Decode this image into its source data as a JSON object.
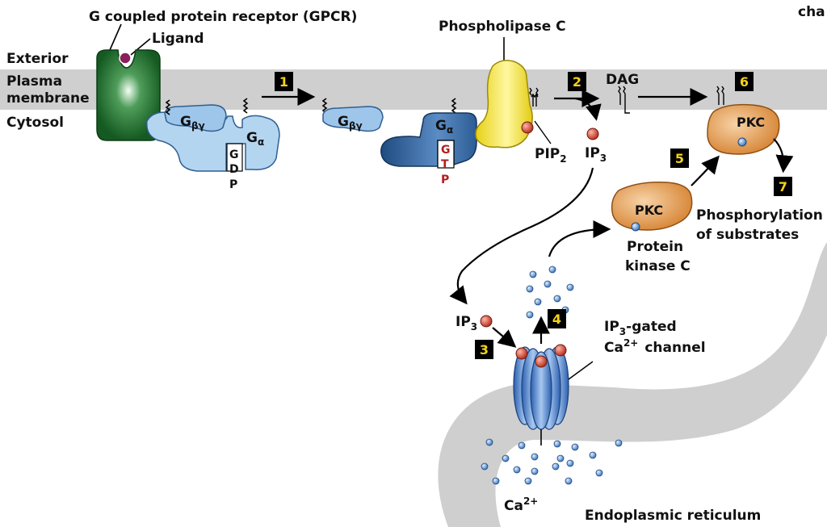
{
  "labels": {
    "gpcr": "G coupled protein receptor (GPCR)",
    "ligand": "Ligand",
    "exterior": "Exterior",
    "plasma": "Plasma",
    "membrane": "membrane",
    "cytosol": "Cytosol",
    "top_right_cut": "cha",
    "phospholipase": "Phospholipase C",
    "dag": "DAG",
    "pip": "PIP",
    "pip_sub": "2",
    "ip": "IP",
    "ip_sub": "3",
    "pkc": "PKC",
    "protein": "Protein",
    "kinase": "kinase C",
    "phospho1": "Phosphorylation",
    "phospho2": "of substrates",
    "gated1": "-gated",
    "gated2": "channel",
    "ca": "Ca",
    "ca_sup": "2+",
    "er": "Endoplasmic reticulum",
    "g": "G",
    "alpha": "α",
    "betagamma": "βγ",
    "gdp": [
      "G",
      "D",
      "P"
    ],
    "gtp": [
      "G",
      "T",
      "P"
    ]
  },
  "steps": [
    "1",
    "2",
    "3",
    "4",
    "5",
    "6",
    "7"
  ],
  "colors": {
    "membrane": "#cfcfcf",
    "gpcr": "#1f6b2a",
    "light_blue": "#a9cdea",
    "dark_blue": "#2f5f96",
    "plc_yellow": "#f3e12a",
    "pkc_orange": "#e39f55",
    "ip3_red": "#c0392b",
    "ca_blue": "#6a9ed6",
    "step_label": "#f2d21b"
  }
}
